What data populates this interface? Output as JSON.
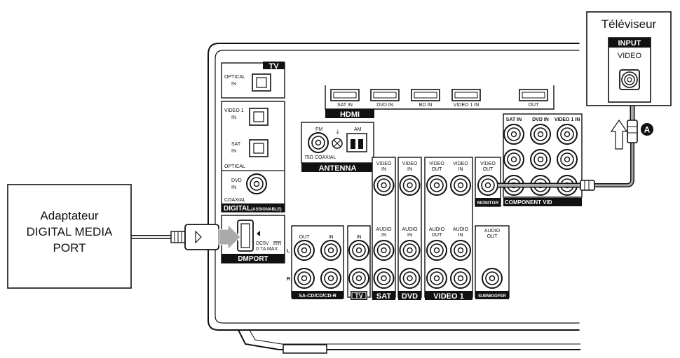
{
  "adapter_box": {
    "lines": [
      "Adaptateur",
      "DIGITAL MEDIA",
      "PORT"
    ]
  },
  "tv_box": {
    "title": "Téléviseur",
    "input_header": "INPUT",
    "input_label": "VIDEO"
  },
  "callout": "A",
  "receiver": {
    "tv_section": {
      "header": "TV",
      "optical_in": [
        "OPTICAL",
        "IN"
      ]
    },
    "digital_section": {
      "video1_in": [
        "VIDEO 1",
        "IN"
      ],
      "sat_in": [
        "SAT",
        "IN"
      ],
      "optical": "OPTICAL",
      "dvd_in": [
        "DVD",
        "IN"
      ],
      "coaxial": "COAXIAL",
      "bar_label": "DIGITAL",
      "bar_sub": "(ASSIGNABLE)"
    },
    "dmport": {
      "bar_label": "DMPORT",
      "spec_line1": "DC5V",
      "spec_line2": "0.7A  MAX"
    },
    "hdmi": {
      "ports": [
        "SAT IN",
        "DVD IN",
        "BD IN",
        "VIDEO 1 IN",
        "OUT"
      ],
      "bar_label": "HDMI"
    },
    "antenna": {
      "fm": "FM",
      "am": "AM",
      "coaxial": "75Ω COAXIAL",
      "bar_label": "ANTENNA"
    },
    "sacd": {
      "out": "OUT",
      "in": "IN",
      "bar_label": "SA-CD/CD/CD-R",
      "l": "L",
      "r": "R"
    },
    "tv_audio": {
      "in": "IN",
      "bar_label": "TV"
    },
    "sat": {
      "video_in": [
        "VIDEO",
        "IN"
      ],
      "audio_in": [
        "AUDIO",
        "IN"
      ],
      "bar_label": "SAT"
    },
    "dvd": {
      "video_in": [
        "VIDEO",
        "IN"
      ],
      "audio_in": [
        "AUDIO",
        "IN"
      ],
      "bar_label": "DVD"
    },
    "video1": {
      "video_out": [
        "VIDEO",
        "OUT"
      ],
      "video_in": [
        "VIDEO",
        "IN"
      ],
      "audio_out": [
        "AUDIO",
        "OUT"
      ],
      "audio_in": [
        "AUDIO",
        "IN"
      ],
      "bar_label": "VIDEO 1"
    },
    "monitor": {
      "video_out": [
        "VIDEO",
        "OUT"
      ],
      "bar_label": "MONITOR"
    },
    "subwoofer": {
      "audio_out": [
        "AUDIO",
        "OUT"
      ],
      "bar_label": "SUBWOOFER"
    },
    "component": {
      "labels": [
        "SAT IN",
        "DVD IN",
        "VIDEO 1 IN"
      ],
      "bar_label": "COMPONENT VID"
    }
  }
}
